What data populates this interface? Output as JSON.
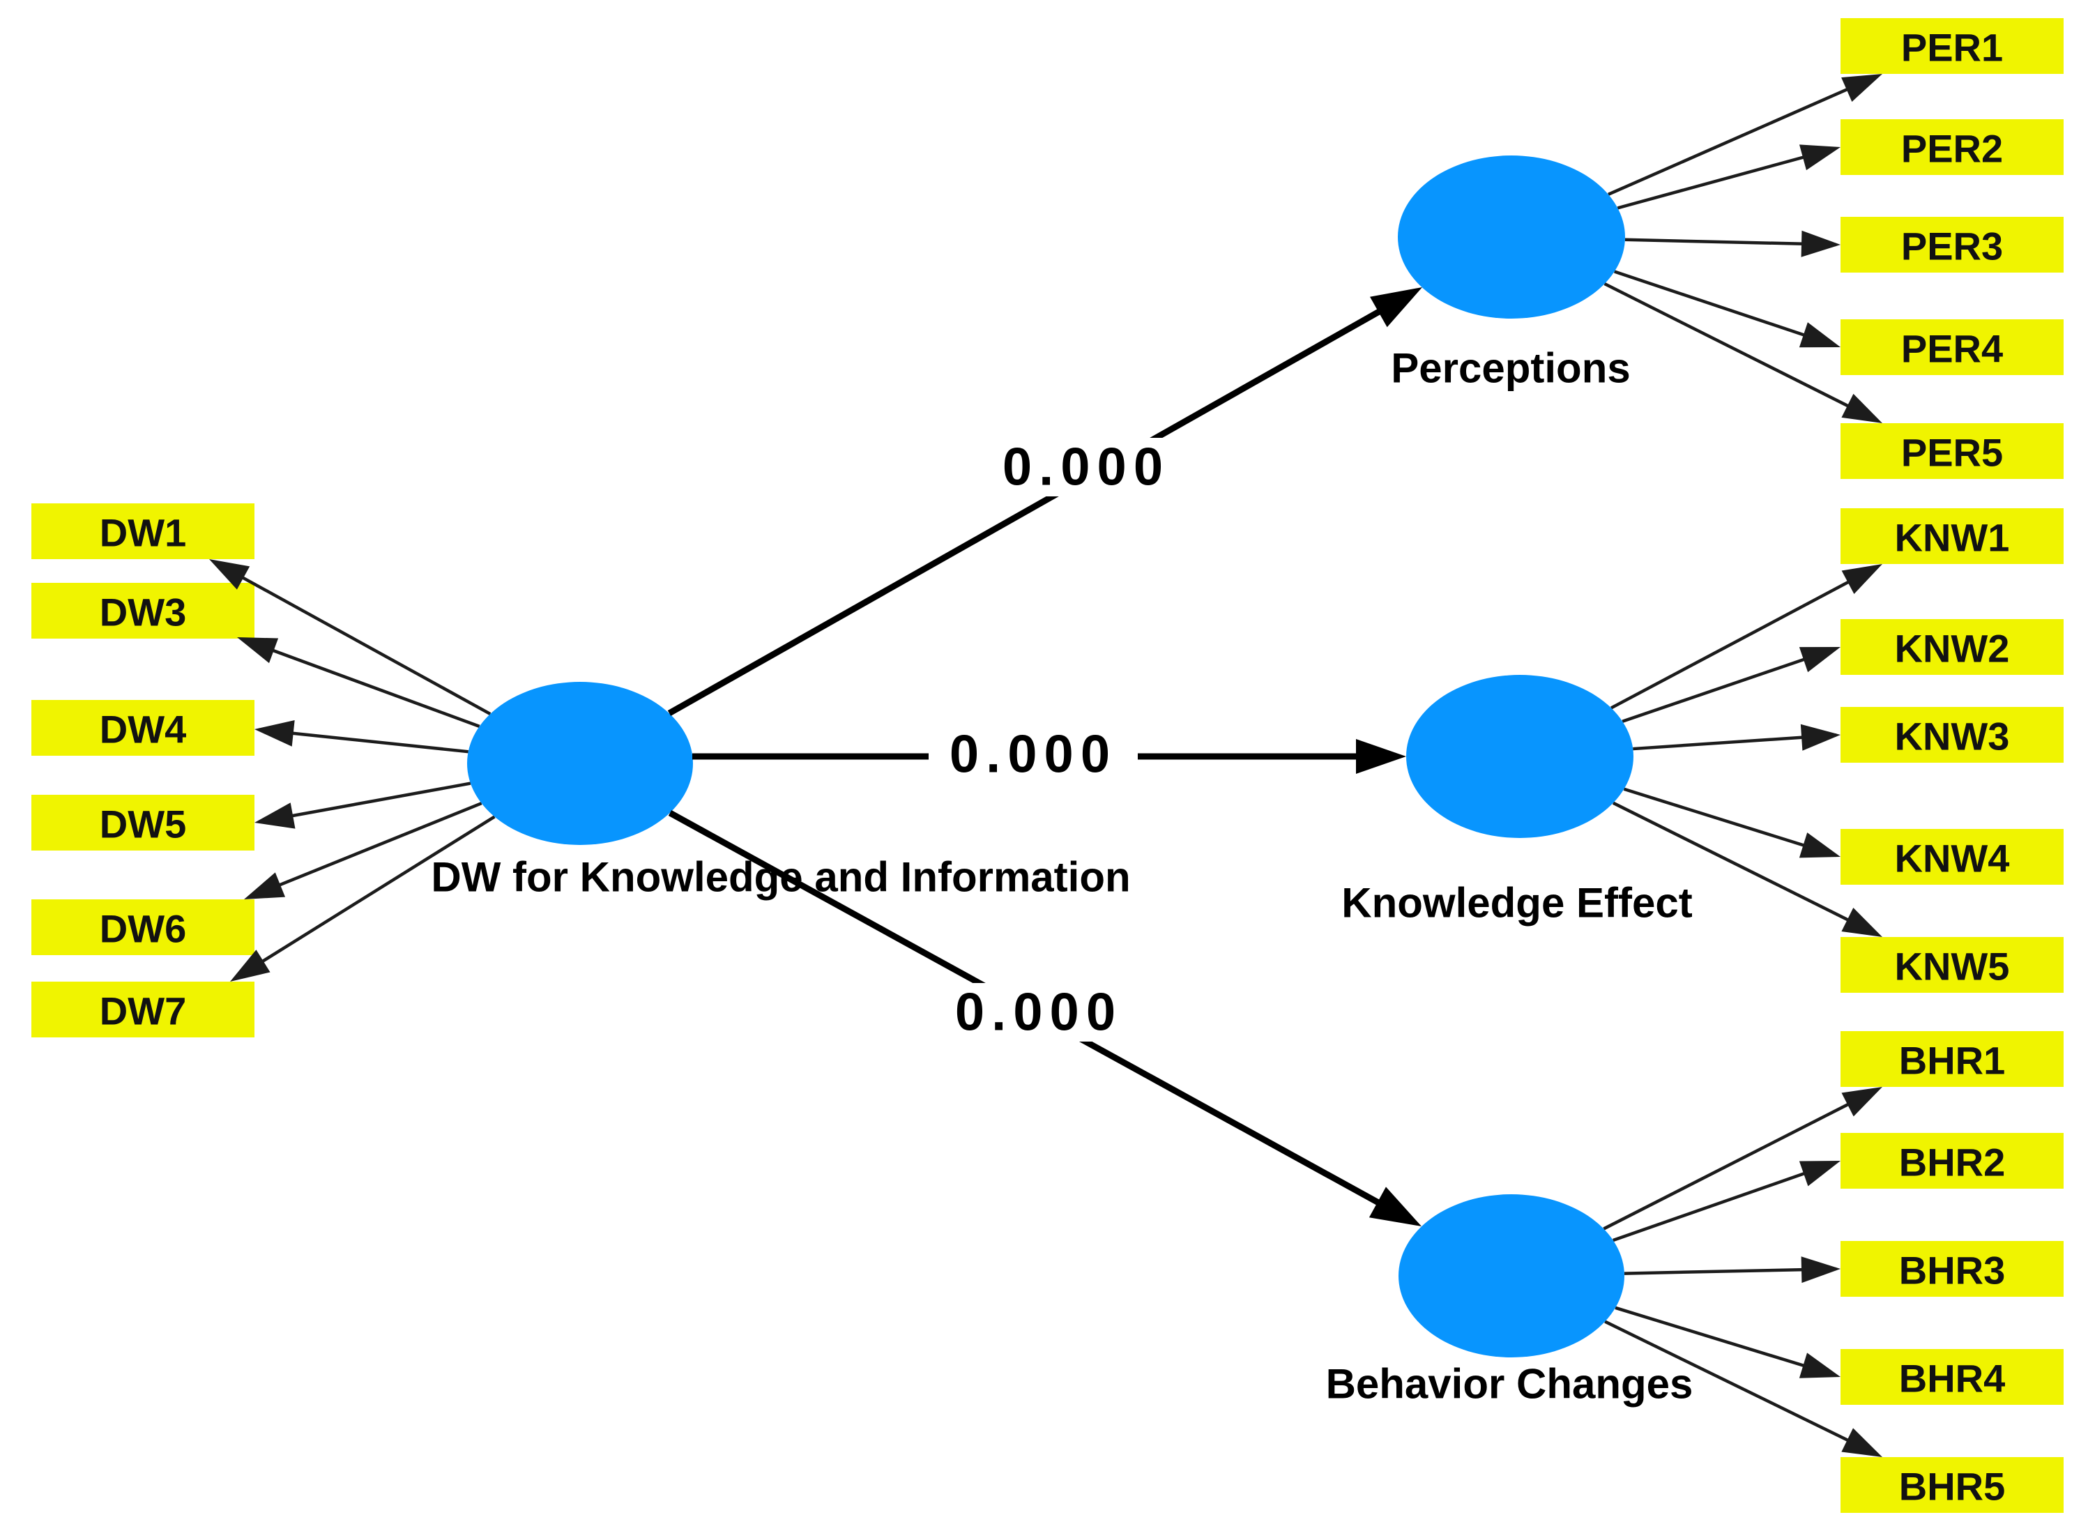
{
  "diagram": {
    "title": "PLS-SEM path model",
    "background_color": "#ffffff",
    "colors": {
      "construct_fill": "#0895FE",
      "indicator_fill": "#F0F400",
      "indicator_text": "#111111",
      "measurement_line": "#1c1c1c",
      "structural_line": "#000000",
      "label_text": "#000000"
    },
    "constructs": [
      {
        "id": "dw",
        "label": "DW for Knowledge and Information",
        "indicators": [
          "DW1",
          "DW3",
          "DW4",
          "DW5",
          "DW6",
          "DW7"
        ]
      },
      {
        "id": "per",
        "label": "Perceptions",
        "indicators": [
          "PER1",
          "PER2",
          "PER3",
          "PER4",
          "PER5"
        ]
      },
      {
        "id": "knw",
        "label": "Knowledge Effect",
        "indicators": [
          "KNW1",
          "KNW2",
          "KNW3",
          "KNW4",
          "KNW5"
        ]
      },
      {
        "id": "bhr",
        "label": "Behavior Changes",
        "indicators": [
          "BHR1",
          "BHR2",
          "BHR3",
          "BHR4",
          "BHR5"
        ]
      }
    ],
    "paths": [
      {
        "from": "DW for Knowledge and Information",
        "to": "Perceptions",
        "coefficient": "0.000"
      },
      {
        "from": "DW for Knowledge and Information",
        "to": "Knowledge Effect",
        "coefficient": "0.000"
      },
      {
        "from": "DW for Knowledge and Information",
        "to": "Behavior Changes",
        "coefficient": "0.000"
      }
    ]
  }
}
